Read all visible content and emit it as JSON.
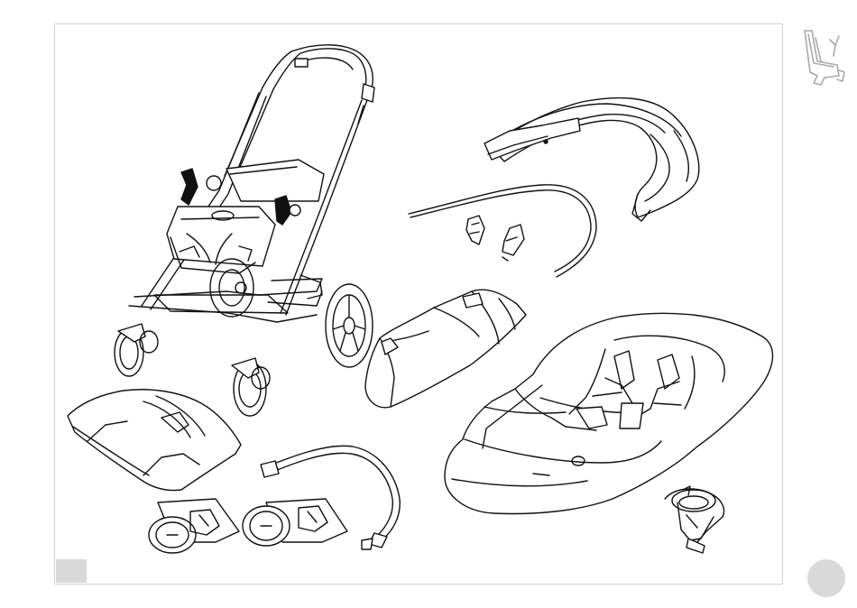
{
  "document": {
    "type": "assembly-parts-overview",
    "parts": [
      "stroller-frame",
      "canopy",
      "canopy-frame-wire",
      "canopy-adapters",
      "sun-visor-roll",
      "seat-cover",
      "footmuff",
      "bumper-bar",
      "side-adapters",
      "cup-holder"
    ]
  },
  "colors": {
    "line": "#111111",
    "frame_border": "#d0d0d0",
    "marker_gray": "#d9d9d9",
    "icon_gray": "#a9a9a9"
  },
  "icons": {
    "side": "seat-recline-icon",
    "page": "page-dot-icon"
  }
}
